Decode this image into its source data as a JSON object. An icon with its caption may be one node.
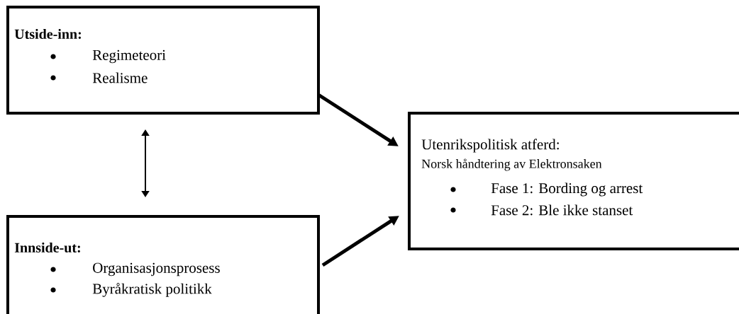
{
  "diagram": {
    "nodes": [
      {
        "text": [
          "Utside-inn:",
          "Regimeteori",
          "Realisme"
        ]
      },
      {
        "text": [
          "Innside-ut:",
          "Organisasjonsprosess",
          "Byråkratisk politikk"
        ]
      },
      {
        "text": [
          "Utenrikspolitisk atferd:",
          "Norsk håndtering av Elektronsaken",
          "Fase 1: Bording og arrest",
          "Fase 2: Ble ikke stanset"
        ]
      }
    ],
    "edges": [
      {
        "from": 0,
        "to": 1,
        "arrow": "both"
      },
      {
        "from": 0,
        "to": 2,
        "arrow": "to"
      },
      {
        "from": 1,
        "to": 2,
        "arrow": "to"
      }
    ]
  }
}
